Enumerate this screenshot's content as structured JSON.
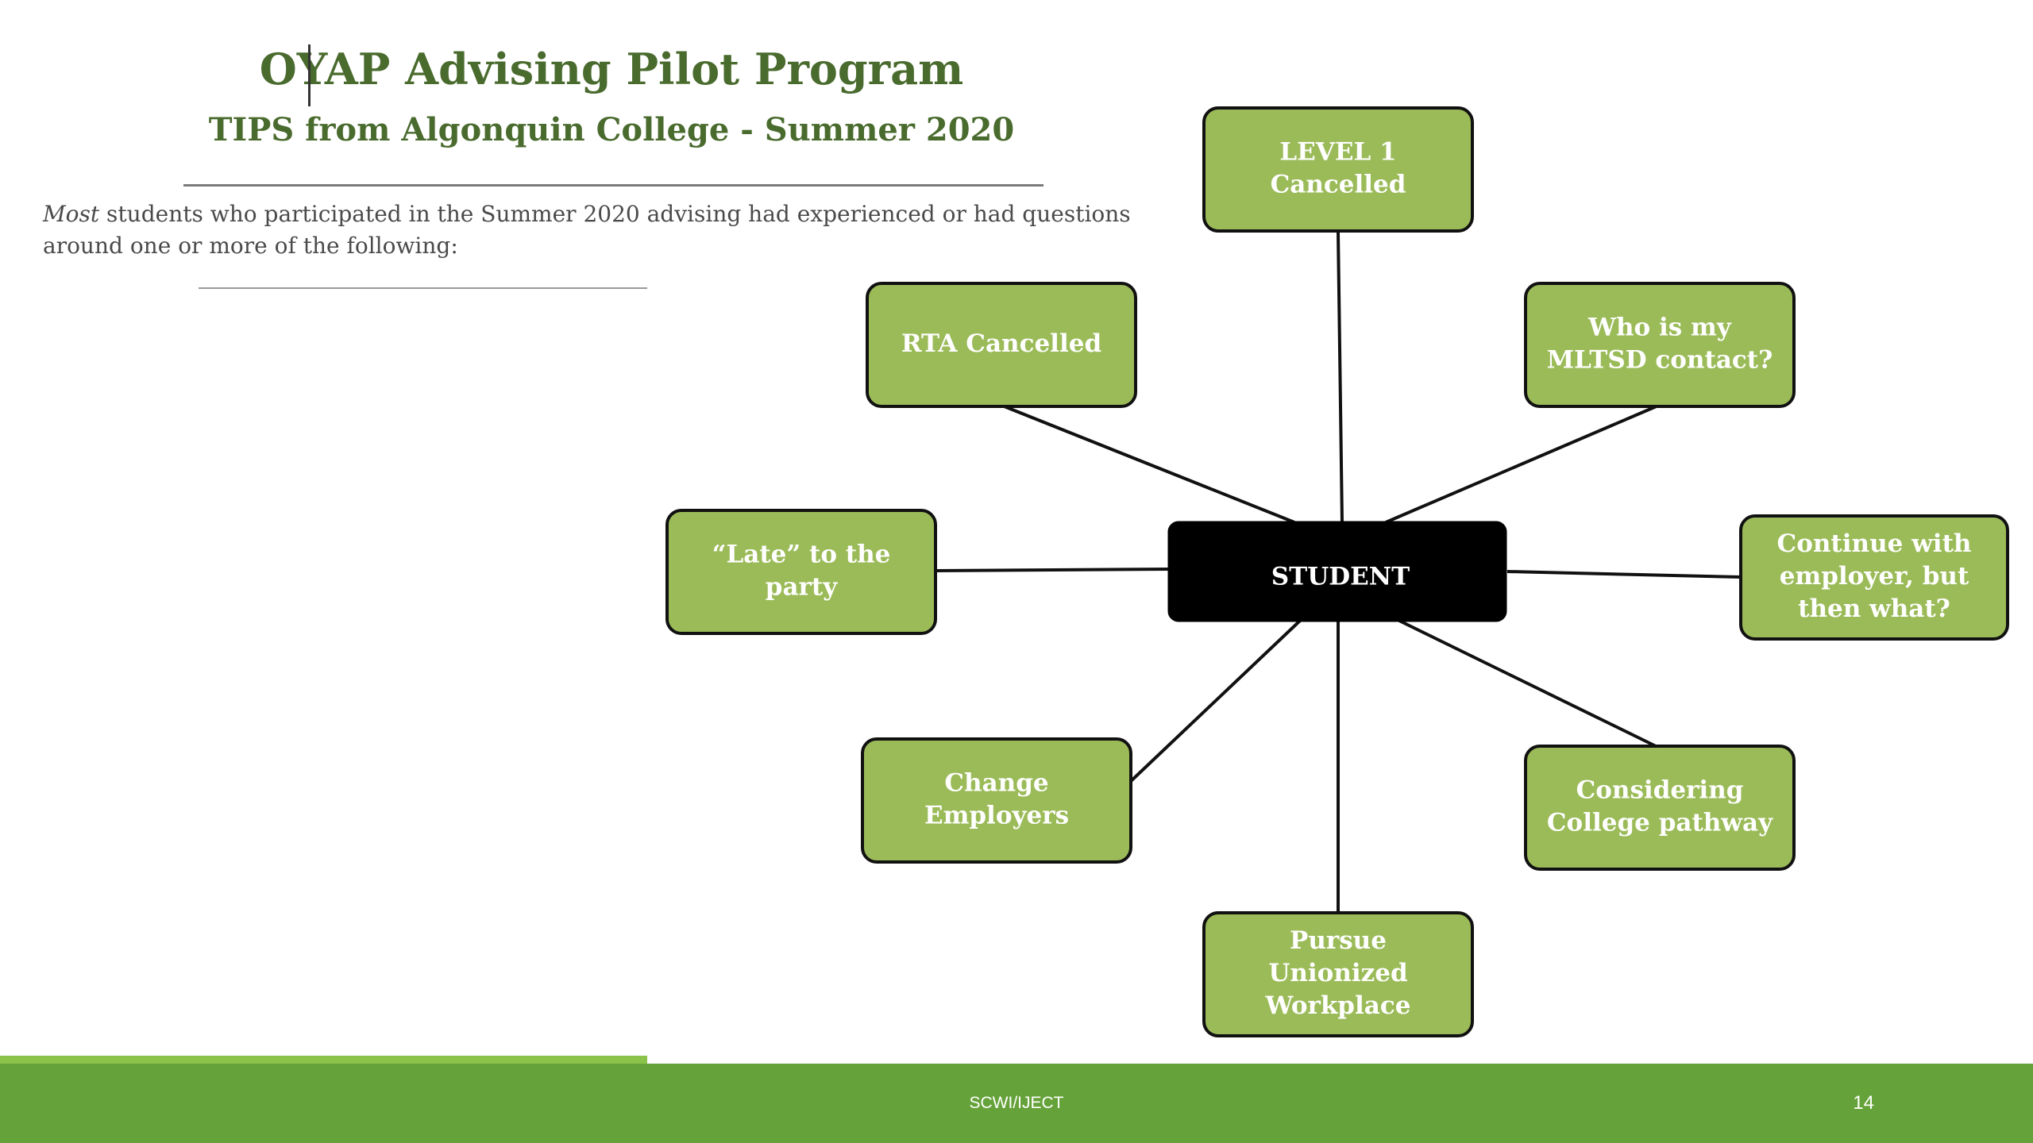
{
  "slide": {
    "title": "OYAP Advising Pilot Program",
    "subtitle": "TIPS from Algonquin College - Summer 2020",
    "intro_emphasis": "Most",
    "intro_rest": " students who participated in the Summer 2020 advising had experienced or had questions around one or more of the following:"
  },
  "diagram": {
    "center": {
      "label": "STUDENT"
    },
    "nodes": [
      {
        "id": "level1",
        "lines": [
          "LEVEL 1",
          "Cancelled"
        ]
      },
      {
        "id": "rta",
        "lines": [
          "RTA Cancelled"
        ]
      },
      {
        "id": "mltsd",
        "lines": [
          "Who is my",
          "MLTSD contact?"
        ]
      },
      {
        "id": "late",
        "lines": [
          "“Late” to the",
          "party"
        ]
      },
      {
        "id": "continue",
        "lines": [
          "Continue with",
          "employer, but",
          "then what?"
        ]
      },
      {
        "id": "change",
        "lines": [
          "Change",
          "Employers"
        ]
      },
      {
        "id": "college",
        "lines": [
          "Considering",
          "College pathway"
        ]
      },
      {
        "id": "union",
        "lines": [
          "Pursue",
          "Unionized",
          "Workplace"
        ]
      }
    ],
    "colors": {
      "node_fill": "#9bbb59",
      "node_border": "#111111",
      "center_fill": "#000000",
      "text": "#ffffff"
    }
  },
  "footer": {
    "text": "SCWI/IJECT",
    "page_number": "14",
    "color": "#66a23a",
    "accent_color": "#8bc34a"
  }
}
